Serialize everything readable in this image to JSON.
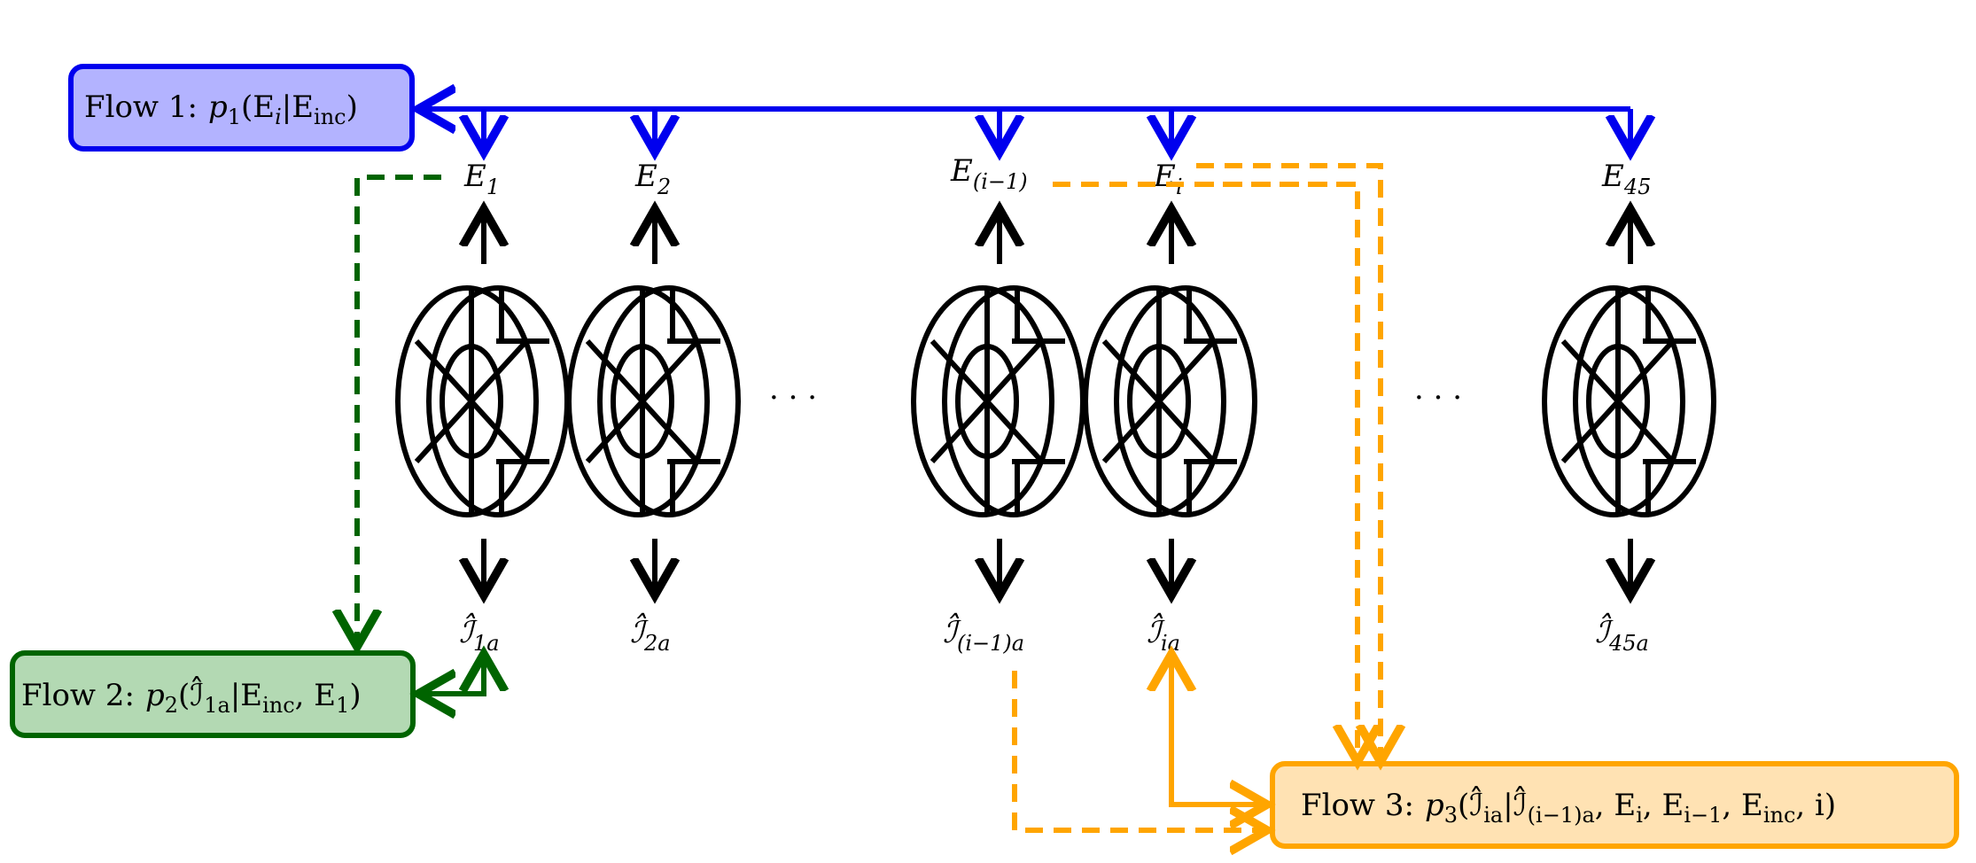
{
  "flows": {
    "flow1": {
      "label": "Flow 1:",
      "formula_p": "p",
      "formula_idx": "1",
      "formula_body": "(E",
      "formula_i": "i",
      "formula_mid": "|E",
      "formula_inc": "inc",
      "formula_end": ")",
      "fill": "#b3b3ff",
      "stroke": "#0000ee"
    },
    "flow2": {
      "label": "Flow 2:",
      "formula_p": "p",
      "formula_idx": "2",
      "formula_body": "(ℐ̂",
      "formula_sub": "1a",
      "formula_mid": "|E",
      "formula_inc": "inc",
      "formula_tail": ", E",
      "formula_tail_sub": "1",
      "formula_end": ")",
      "fill": "#b3d9b3",
      "stroke": "#006400"
    },
    "flow3": {
      "label": "Flow 3:",
      "formula_p": "p",
      "formula_idx": "3",
      "formula_body": "(ℐ̂",
      "formula_sub": "ia",
      "formula_mid": "|ℐ̂",
      "formula_mid_sub": "(i−1)a",
      "formula_e1": ", E",
      "formula_e1_sub": "i",
      "formula_e2": ", E",
      "formula_e2_sub": "i−1",
      "formula_e3": ", E",
      "formula_e3_sub": "inc",
      "formula_end": ", i)",
      "fill": "#ffe2b3",
      "stroke": "#ffa500"
    }
  },
  "energies": [
    {
      "base": "E",
      "sub": "1"
    },
    {
      "base": "E",
      "sub": "2"
    },
    {
      "base": "E",
      "sub": "(i−1)"
    },
    {
      "base": "E",
      "sub": "i"
    },
    {
      "base": "E",
      "sub": "45"
    }
  ],
  "images": [
    {
      "base": "ℐ̂",
      "sub": "1a"
    },
    {
      "base": "ℐ̂",
      "sub": "2a"
    },
    {
      "base": "ℐ̂",
      "sub": "(i−1)a"
    },
    {
      "base": "ℐ̂",
      "sub": "ia"
    },
    {
      "base": "ℐ̂",
      "sub": "45a"
    }
  ],
  "ellipsis": [
    "·   ·   ·",
    "·   ·   ·"
  ],
  "colors": {
    "blue": "#0000ee",
    "green": "#006400",
    "orange": "#ffa500",
    "black": "#000000"
  }
}
